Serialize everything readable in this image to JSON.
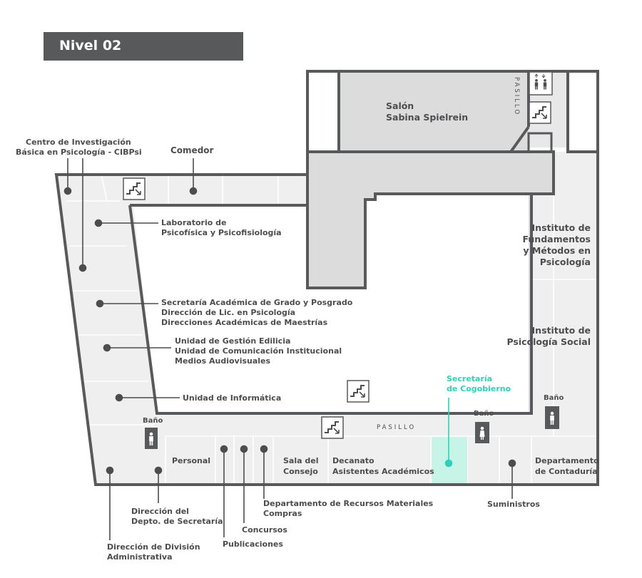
{
  "map": {
    "title": "Nivel 02",
    "corridor_labels": [
      "PASILLO",
      "PASILLO"
    ],
    "colors": {
      "wall": "#58595b",
      "floor": "#efefef",
      "room": "#e5e5e5",
      "block": "#dcdcdc",
      "highlight": "#c6f5e8",
      "highlight_text": "#2ed1b7",
      "text": "#4d4d4f"
    },
    "labels": {
      "cibpsi": [
        "Centro de Investigación",
        "Básica en Psicología - CIBPsi"
      ],
      "comedor": "Comedor",
      "salon": [
        "Salón",
        "Sabina Spielrein"
      ],
      "laboratorio": [
        "Laboratorio de",
        "Psicofísica y Psicofisiología"
      ],
      "secretaria_academica": [
        "Secretaría Académica de Grado y Posgrado",
        "Dirección de Lic. en Psicología",
        "Direcciones Académicas de Maestrías"
      ],
      "unidad_gestion": [
        "Unidad de Gestión Edilicia",
        "Unidad de Comunicación Institucional",
        "Medios Audiovisuales"
      ],
      "unidad_informatica": "Unidad de Informática",
      "instituto_fundamentos": [
        "Instituto de",
        "Fundamentos",
        "y Métodos en",
        "Psicología"
      ],
      "instituto_social": [
        "Instituto de",
        "Psicología Social"
      ],
      "secretaria_cogobierno": [
        "Secretaría",
        "de Cogobierno"
      ],
      "bano_left": "Baño",
      "bano_center": "Baño",
      "bano_right": "Baño",
      "personal": "Personal",
      "sala_consejo": [
        "Sala del",
        "Consejo"
      ],
      "decanato": [
        "Decanato",
        "Asistentes Académicos"
      ],
      "contaduria": [
        "Departamento",
        "de Contaduría"
      ],
      "direccion_secretaria": [
        "Dirección del",
        "Depto. de Secretaría"
      ],
      "recursos_materiales": [
        "Departamento de Recursos Materiales",
        "Compras"
      ],
      "concursos": "Concursos",
      "publicaciones": "Publicaciones",
      "direccion_division": [
        "Dirección de División",
        "Administrativa"
      ],
      "suministros": "Suministros"
    },
    "icons": [
      "stairs-icon",
      "elevator-icon",
      "restroom-female-icon",
      "restroom-male-icon"
    ]
  }
}
